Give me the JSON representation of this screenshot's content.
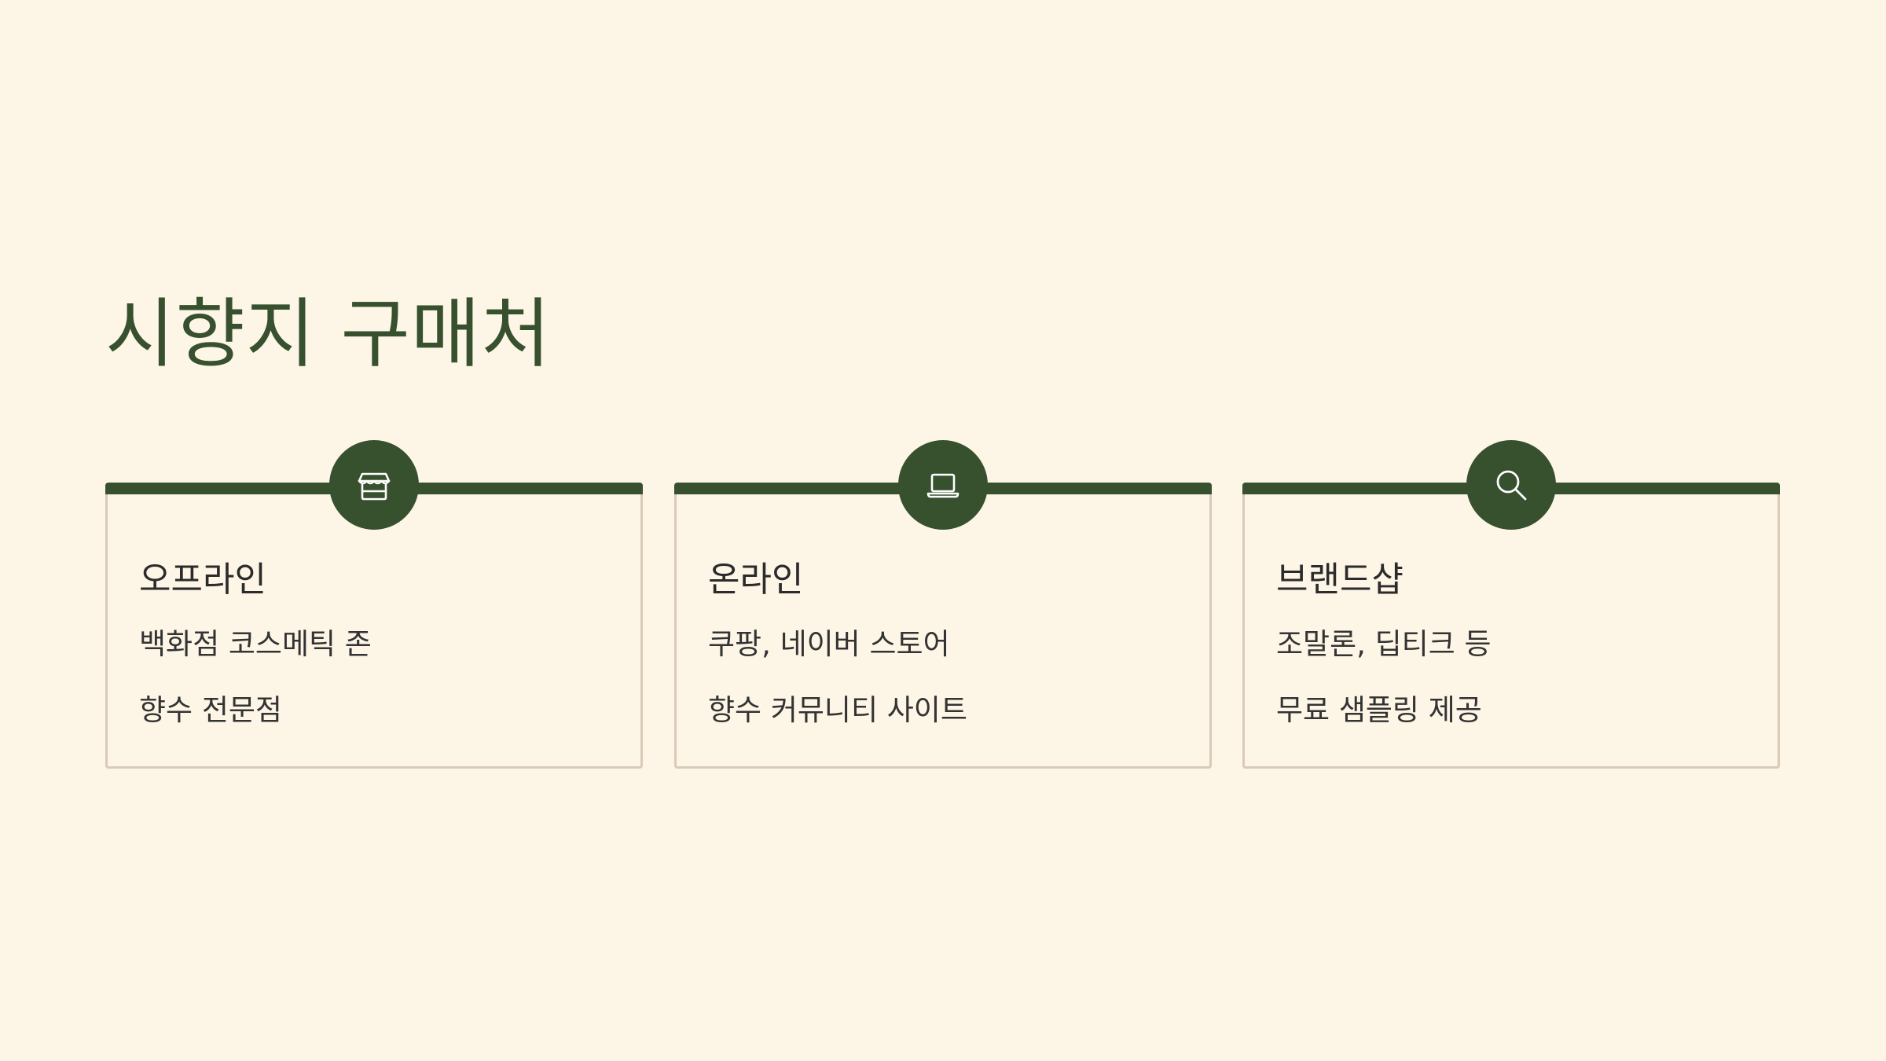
{
  "colors": {
    "background": "#fdf5e6",
    "accent": "#37502e",
    "card_border": "#d9cbb8",
    "text": "#2b2b2b"
  },
  "title": "시향지 구매처",
  "cards": [
    {
      "icon": "store-icon",
      "title": "오프라인",
      "lines": [
        "백화점 코스메틱 존",
        "향수 전문점"
      ]
    },
    {
      "icon": "laptop-icon",
      "title": "온라인",
      "lines": [
        "쿠팡, 네이버 스토어",
        "향수 커뮤니티 사이트"
      ]
    },
    {
      "icon": "search-icon",
      "title": "브랜드샵",
      "lines": [
        "조말론, 딥티크 등",
        "무료 샘플링 제공"
      ]
    }
  ]
}
